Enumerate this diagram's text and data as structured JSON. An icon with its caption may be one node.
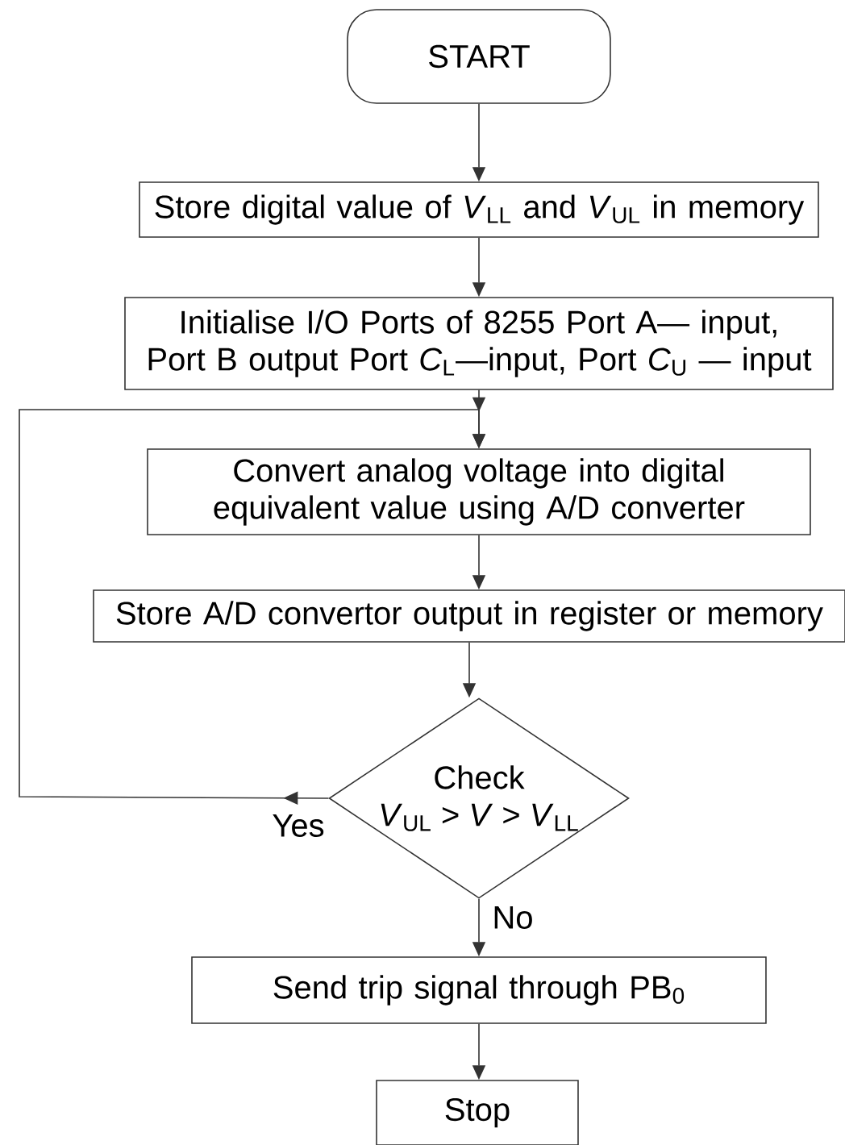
{
  "diagram": {
    "nodes": [
      {
        "text": [
          "START"
        ]
      },
      {
        "text": [
          "Store digital value of *V*$_{LL}$ and *V*$_{UL}$ in memory"
        ]
      },
      {
        "text": [
          "Initialise I/O Ports of 8255 Port A— input, Port B output Port *C*$_{L}$—input, Port *C*$_{U}$ — input"
        ]
      },
      {
        "text": [
          "Convert analog voltage into digital equivalent value using A/D converter"
        ]
      },
      {
        "text": [
          "Store A/D convertor output in register or memory"
        ]
      },
      {
        "text": [
          "Check",
          "*V*$_{UL}$ > *V* > *V*$_{LL}$"
        ]
      },
      {
        "text": [
          "Send trip signal through PB$_{0}$"
        ]
      },
      {
        "text": [
          "Stop"
        ]
      }
    ],
    "edges": [
      {
        "from": 0,
        "to": 1,
        "arrow": "to"
      },
      {
        "from": 1,
        "to": 2,
        "arrow": "to"
      },
      {
        "from": 2,
        "to": 3,
        "arrow": "to"
      },
      {
        "from": 3,
        "to": 4,
        "arrow": "to"
      },
      {
        "from": 4,
        "to": 5,
        "arrow": "to"
      },
      {
        "from": 5,
        "to": 3,
        "arrow": "to",
        "label": "Yes"
      },
      {
        "from": 5,
        "to": 6,
        "arrow": "to",
        "label": "No"
      },
      {
        "from": 6,
        "to": 7,
        "arrow": "to"
      }
    ]
  }
}
